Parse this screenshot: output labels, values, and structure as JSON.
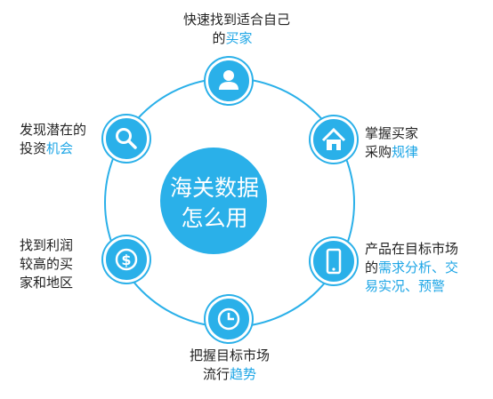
{
  "center": {
    "line1": "海关数据",
    "line2": "怎么用"
  },
  "colors": {
    "accent": "#2ab0e9",
    "highlight": "#1ea6e6",
    "text": "#222222"
  },
  "nodes": [
    {
      "icon": "user-icon",
      "pre": [
        "快速找到适合自己",
        "的"
      ],
      "hl": "买家",
      "post": ""
    },
    {
      "icon": "home-icon",
      "pre": [
        "掌握买家",
        "采购"
      ],
      "hl": "规律",
      "post": ""
    },
    {
      "icon": "phone-icon",
      "pre": [
        "产品在目标市场",
        "的"
      ],
      "hl": "需求分析、交",
      "hl2": "易实况、预警"
    },
    {
      "icon": "clock-icon",
      "pre": [
        "把握目标市场",
        "流行"
      ],
      "hl": "趋势",
      "post": ""
    },
    {
      "icon": "dollar-icon",
      "lines": [
        "找到利润",
        "较高的买",
        "家和地区"
      ]
    },
    {
      "icon": "search-icon",
      "pre": [
        "发现潜在的",
        "投资"
      ],
      "hl": "机会",
      "post": ""
    }
  ]
}
